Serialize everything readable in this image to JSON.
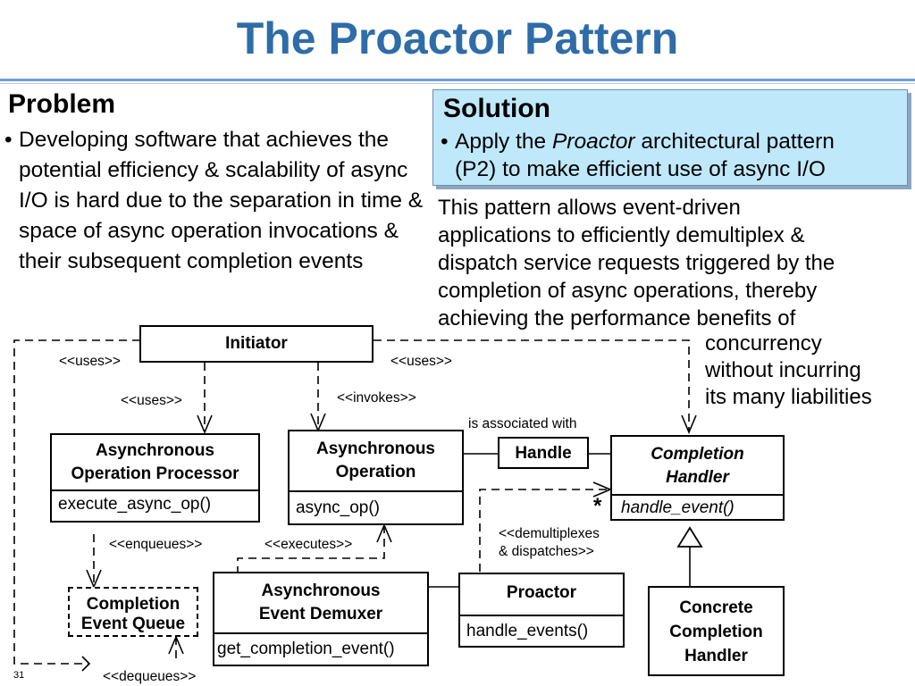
{
  "title": "The Proactor Pattern",
  "problem": {
    "heading": "Problem",
    "bullet": "Developing software that achieves the potential efficiency & scalability of async I/O is hard due to the separation in time & space of async operation invocations & their subsequent completion events"
  },
  "solution": {
    "heading": "Solution",
    "bullet_pre": "Apply the ",
    "bullet_em": "Proactor",
    "bullet_line1_post": " architectural pattern",
    "bullet_line2": "(P2) to make efficient use of async I/O"
  },
  "description": {
    "lines": [
      "This pattern allows event-driven",
      "applications to efficiently demultiplex &",
      "dispatch service requests triggered by the",
      "completion of async operations, thereby",
      "achieving the performance benefits of",
      "concurrency",
      "without incurring",
      "its many liabilities"
    ]
  },
  "diagram": {
    "classes": {
      "initiator": {
        "name": "Initiator"
      },
      "aop": {
        "name_line1": "Asynchronous",
        "name_line2": "Operation Processor",
        "op": "execute_async_op()"
      },
      "ao": {
        "name_line1": "Asynchronous",
        "name_line2": "Operation",
        "op": "async_op()"
      },
      "handle": {
        "name": "Handle"
      },
      "ch": {
        "name_line1": "Completion",
        "name_line2": "Handler",
        "op": "handle_event()"
      },
      "ceq": {
        "name_line1": "Completion",
        "name_line2": "Event Queue"
      },
      "aed": {
        "name_line1": "Asynchronous",
        "name_line2": "Event Demuxer",
        "op": "get_completion_event()"
      },
      "proactor": {
        "name": "Proactor",
        "op": "handle_events()"
      },
      "cch": {
        "name_line1": "Concrete",
        "name_line2": "Completion",
        "name_line3": "Handler"
      }
    },
    "labels": {
      "uses_left": "<<uses>>",
      "uses_right": "<<uses>>",
      "uses_mid": "<<uses>>",
      "invokes": "<<invokes>>",
      "associated": "is associated with",
      "enqueues": "<<enqueues>>",
      "executes": "<<executes>>",
      "demux_line1": "<<demultiplexes",
      "demux_line2": "& dispatches>>",
      "dequeues": "<<dequeues>>",
      "multiplicity": "*"
    }
  },
  "page_number": "31"
}
